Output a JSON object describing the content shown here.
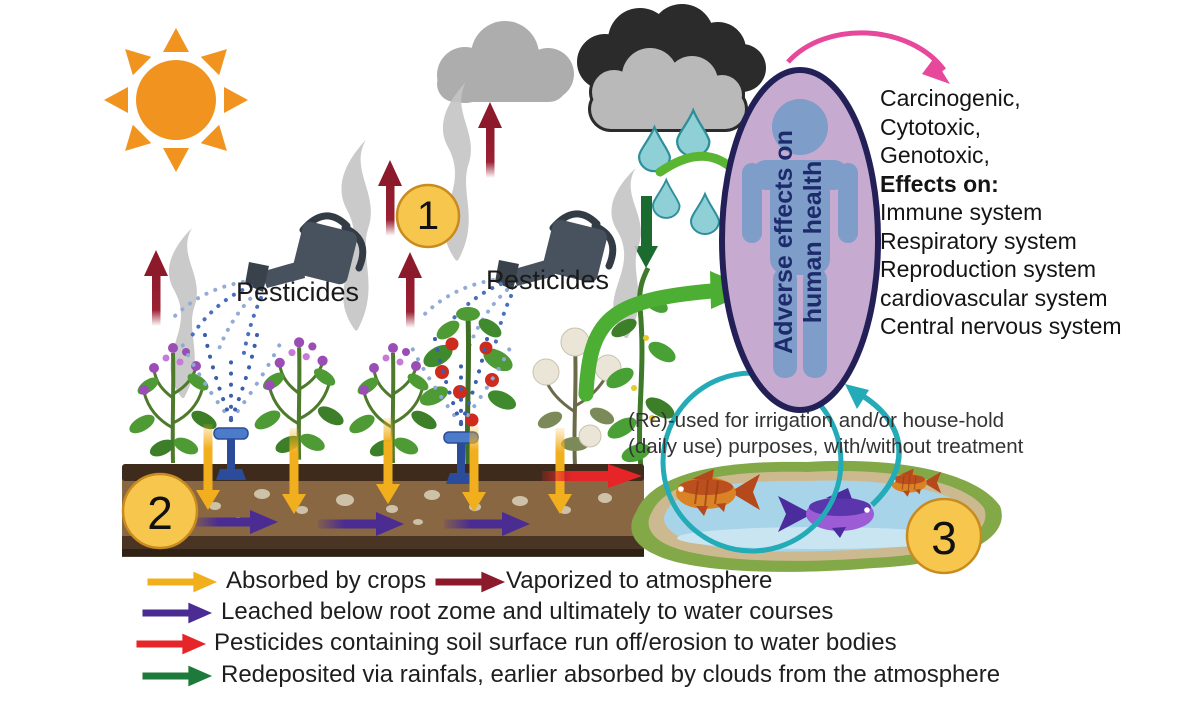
{
  "scene": {
    "pesticide_label_left": "Pesticides",
    "pesticide_label_right": "Pesticides",
    "steps": {
      "one": "1",
      "two": "2",
      "three": "3"
    },
    "human_figure": {
      "caption_line1": "Adverse effects on",
      "caption_line2": "human health"
    },
    "health_effects": [
      "Carcinogenic,",
      "Cytotoxic,",
      "Genotoxic,",
      "Effects on:",
      "Immune system",
      "Respiratory system",
      "Reproduction system",
      "cardiovascular system",
      "Central nervous system"
    ],
    "reuse_note_line1": "(Re)-used for irrigation and/or house-hold",
    "reuse_note_line2": "(daily use) purposes, with/without treatment"
  },
  "legend": {
    "items": [
      {
        "label": "Absorbed by crops",
        "color": "#F2AF1D"
      },
      {
        "label": "Vaporized to atmosphere",
        "color": "#8C1A2B"
      },
      {
        "label": "Leached below root zome and ultimately to water courses",
        "color": "#4B2C92"
      },
      {
        "label": "Pesticides containing soil surface run off/erosion to water bodies",
        "color": "#E52528"
      },
      {
        "label": "Redeposited via rainfals, earlier absorbed by clouds from the atmosphere",
        "color": "#1D7A3A"
      }
    ]
  },
  "colors": {
    "sun": "#F0931F",
    "step_circle_fill": "#F7C64D",
    "human_ellipse_fill": "#C7AACF",
    "human_ellipse_border": "#232057",
    "human_figure": "#7E9DC8",
    "pond_water": "#A8D4E9",
    "pond_grass": "#82A848",
    "teal_arrow": "#23ABB8",
    "green_arrow": "#4CAE32",
    "pink_arrow": "#E8489B",
    "rain_drop": "#8FD0D6",
    "soil": "#8A6743"
  }
}
